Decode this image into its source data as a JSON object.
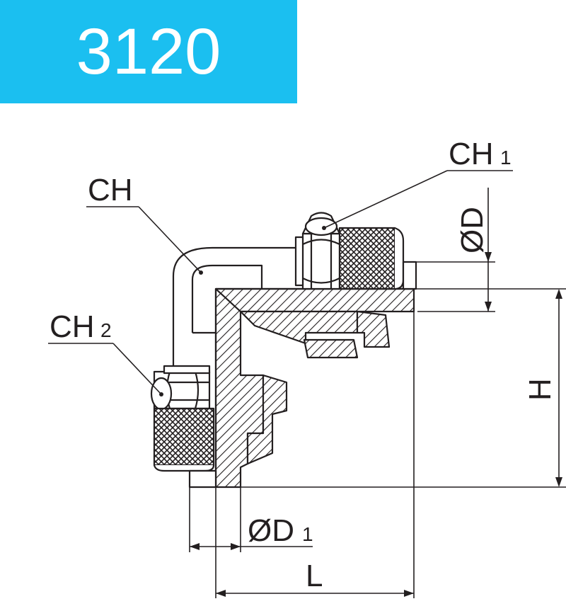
{
  "header": {
    "model_number": "3120",
    "accent_color": "#1bbff0"
  },
  "labels": {
    "ch": "CH",
    "ch1": "CH",
    "ch1_sub": "1",
    "ch2": "CH",
    "ch2_sub": "2",
    "od": "ØD",
    "od1": "ØD",
    "od1_sub": "1",
    "h": "H",
    "l": "L"
  },
  "line_color": "#231f20"
}
